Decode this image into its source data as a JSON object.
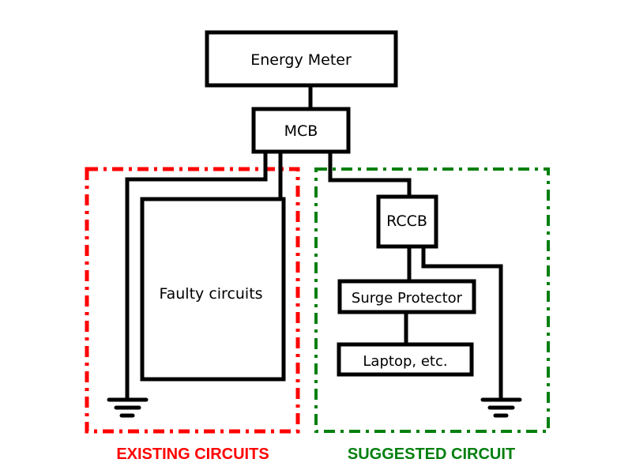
{
  "diagram": {
    "components": {
      "energy_meter": "Energy Meter",
      "mcb": "MCB",
      "faulty": "Faulty circuits",
      "rccb": "RCCB",
      "surge": "Surge Protector",
      "laptop": "Laptop, etc."
    },
    "groups": {
      "existing": {
        "label": "EXISTING CIRCUITS",
        "color": "#ff0000"
      },
      "suggested": {
        "label": "SUGGESTED CIRCUIT",
        "color": "#007f0e"
      }
    },
    "connections": [
      {
        "from": "Energy Meter",
        "to": "MCB"
      },
      {
        "from": "MCB",
        "to": "Earth (existing)"
      },
      {
        "from": "MCB",
        "to": "Faulty circuits"
      },
      {
        "from": "MCB",
        "to": "RCCB"
      },
      {
        "from": "RCCB",
        "to": "Surge Protector"
      },
      {
        "from": "RCCB",
        "to": "Earth (suggested)"
      },
      {
        "from": "Surge Protector",
        "to": "Laptop, etc."
      }
    ]
  }
}
